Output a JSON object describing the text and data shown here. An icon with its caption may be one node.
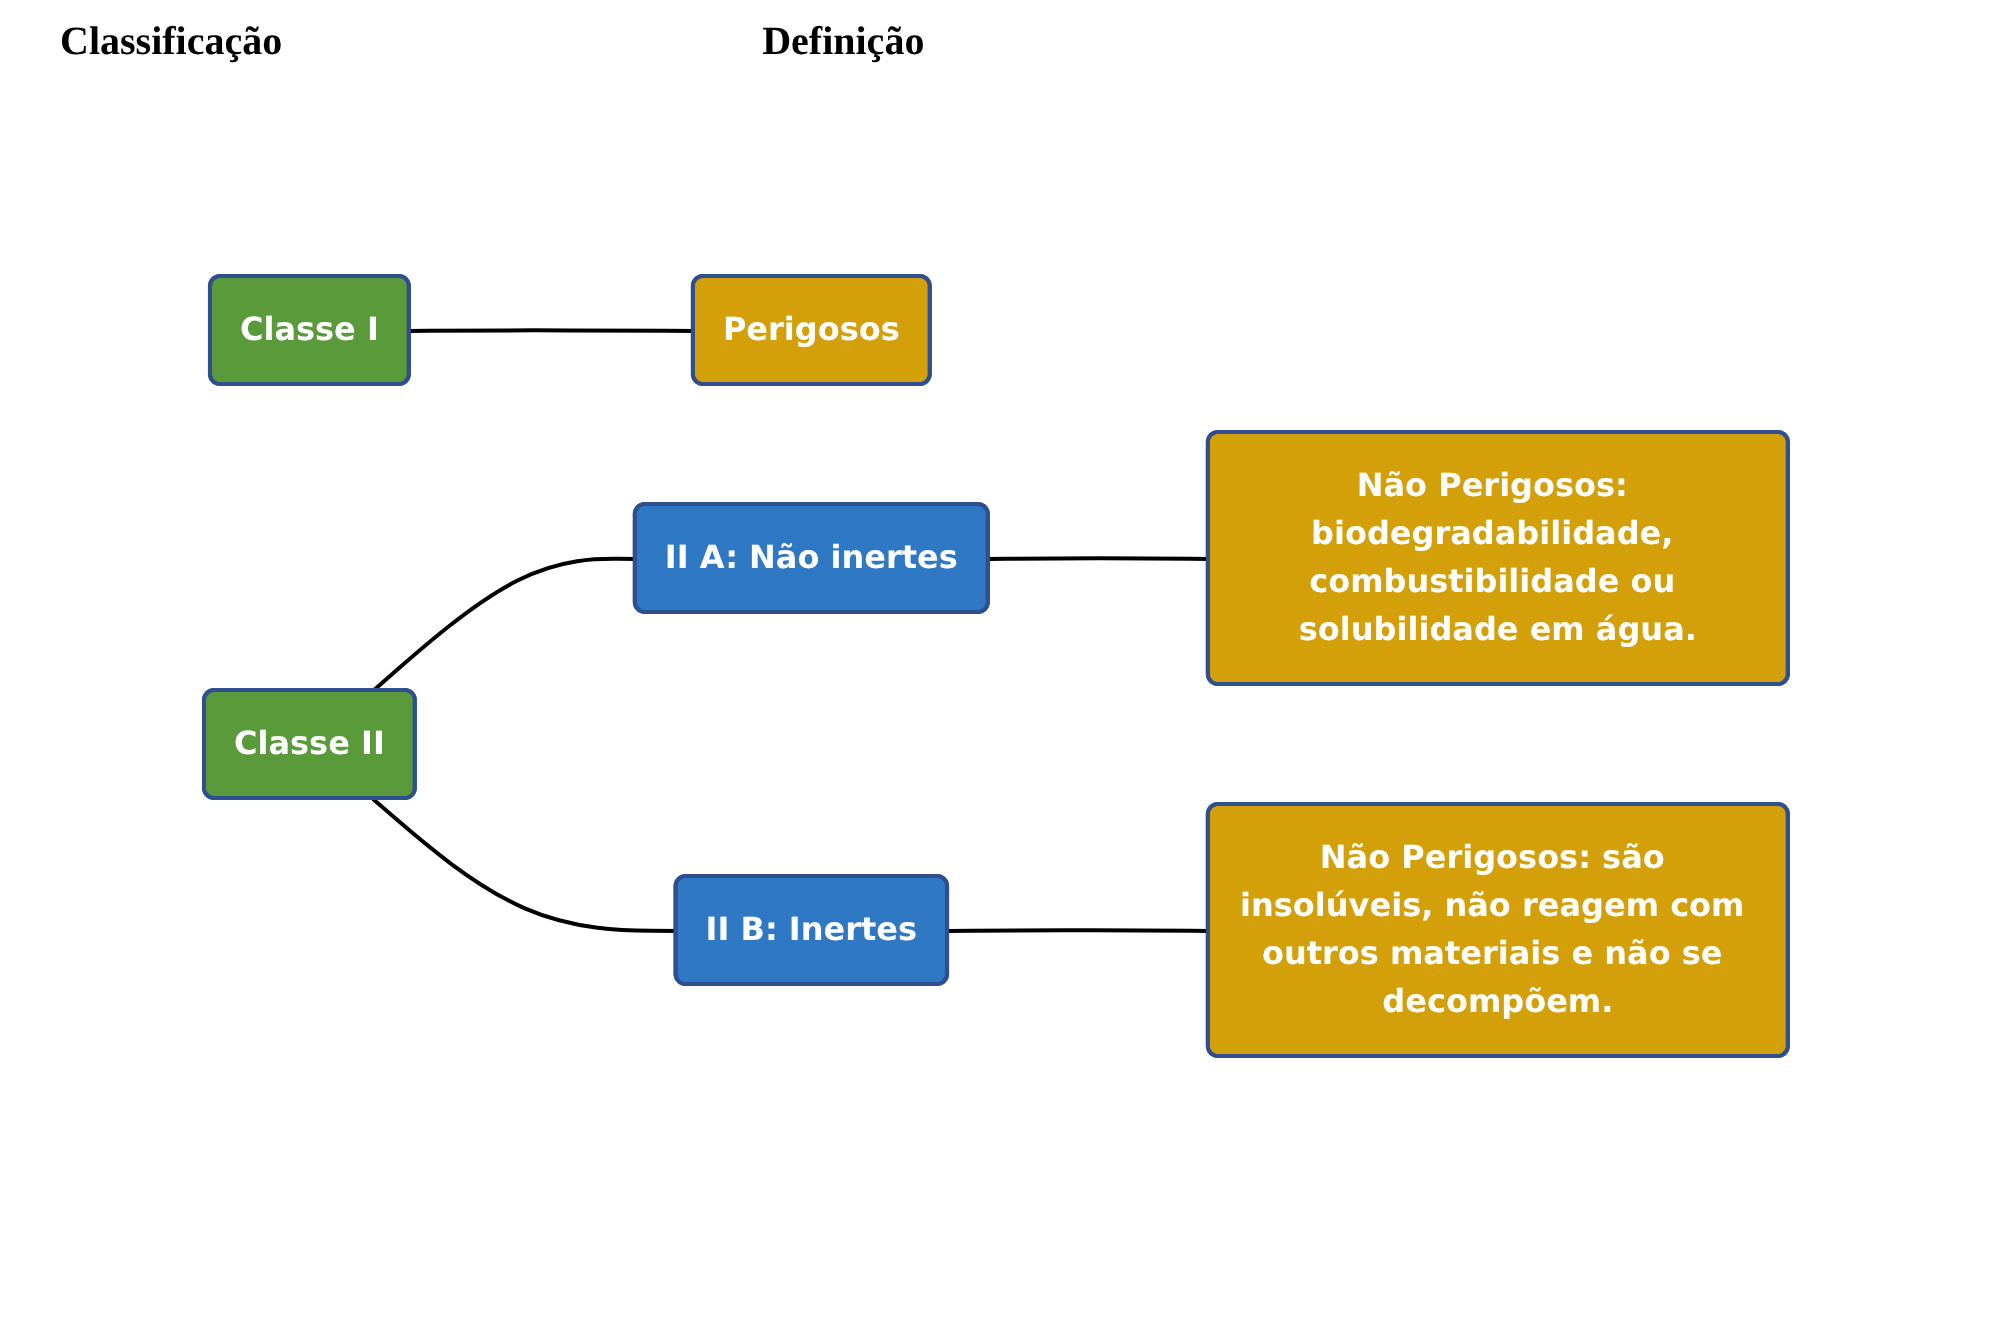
{
  "diagram": {
    "nodes": [
      {
        "text": [
          "Classe I"
        ]
      },
      {
        "text": [
          "Perigosos"
        ]
      },
      {
        "text": [
          "Classe II"
        ]
      },
      {
        "text": [
          "II A: Não inertes"
        ]
      },
      {
        "text": [
          "Não Perigosos: biodegradabilidade, combustibilidade ou solubilidade em água."
        ]
      },
      {
        "text": [
          "II B: Inertes"
        ]
      },
      {
        "text": [
          "Não Perigosos: são insolúveis, não reagem com outros materiais e não se decompõem."
        ]
      }
    ],
    "edges": [
      {
        "from": 0,
        "to": 1,
        "arrow": "none"
      },
      {
        "from": 2,
        "to": 3,
        "arrow": "none"
      },
      {
        "from": 3,
        "to": 4,
        "arrow": "none"
      },
      {
        "from": 2,
        "to": 5,
        "arrow": "none"
      },
      {
        "from": 5,
        "to": 6,
        "arrow": "none"
      }
    ],
    "labels": [
      "Classificação",
      "Definição"
    ]
  }
}
